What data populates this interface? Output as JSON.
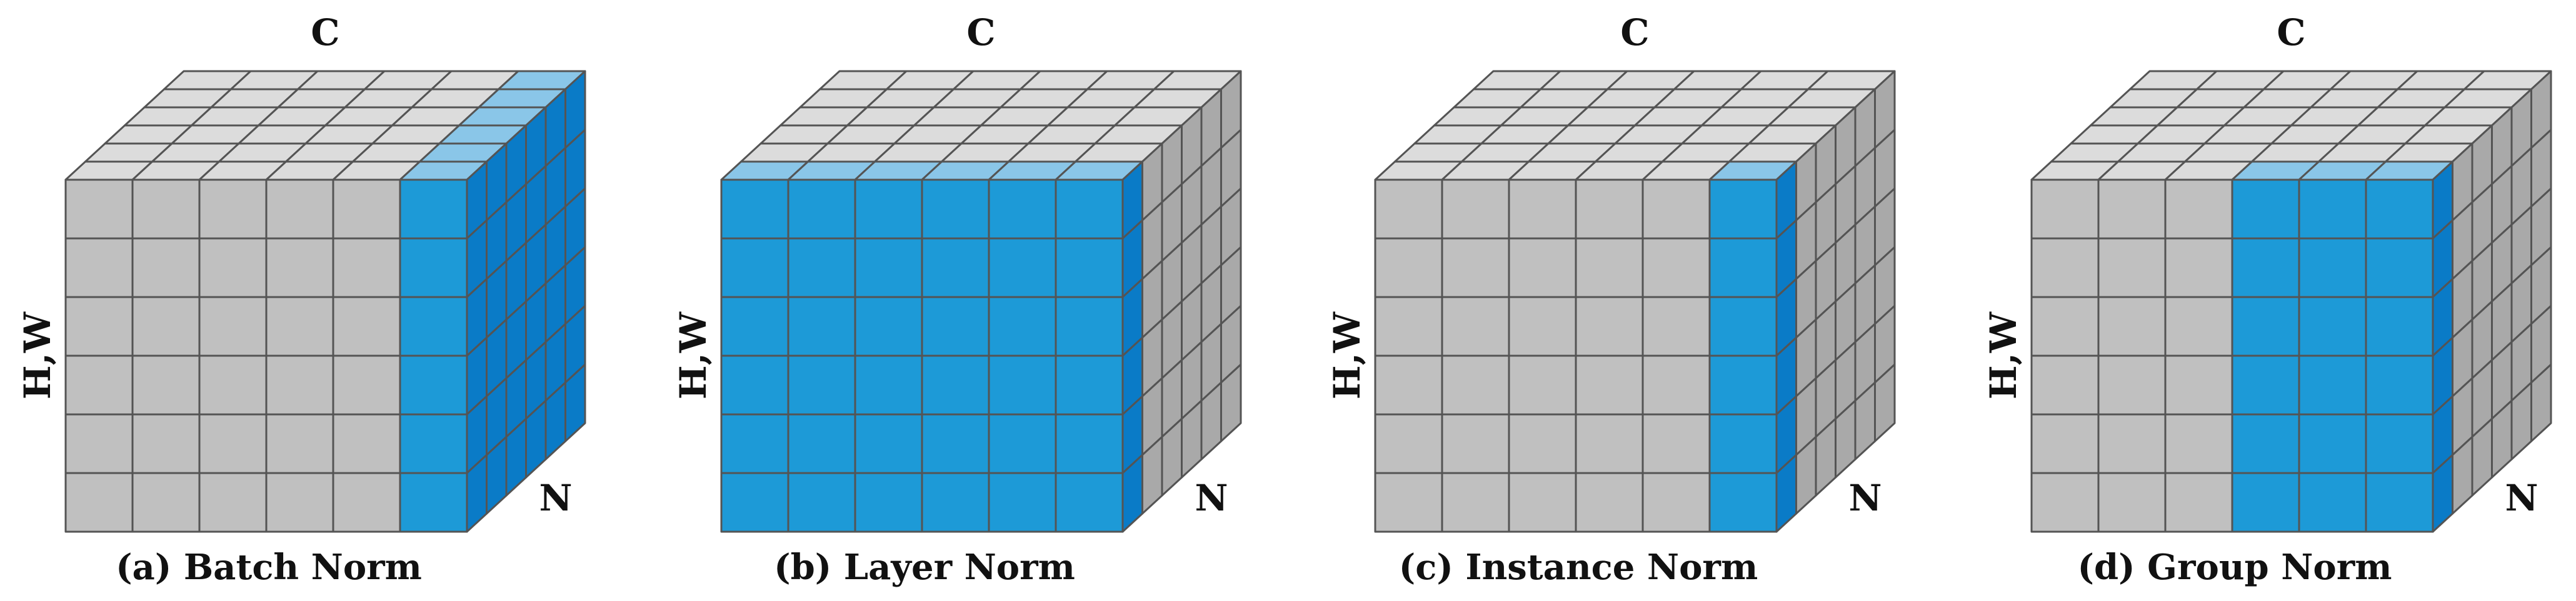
{
  "colors": {
    "gray_front": "#c0c0c0",
    "gray_top": "#dcdcdc",
    "gray_side": "#a9a9a9",
    "blue_front": "#1d9ad7",
    "blue_top": "#8ac6e8",
    "blue_side": "#0a7bc7",
    "grid_line": "#545454",
    "background": "#ffffff"
  },
  "cube": {
    "columns_C": 6,
    "rows_HW": 6,
    "depth_N": 6
  },
  "panels": [
    {
      "id": "batch",
      "caption": "(a) Batch Norm",
      "labels": {
        "top": "C",
        "left": "H,W",
        "depth": "N"
      },
      "highlight": {
        "c": [
          5,
          5
        ],
        "n": [
          0,
          5
        ]
      }
    },
    {
      "id": "layer",
      "caption": "(b) Layer Norm",
      "labels": {
        "top": "C",
        "left": "H,W",
        "depth": "N"
      },
      "highlight": {
        "c": [
          0,
          5
        ],
        "n": [
          0,
          0
        ]
      }
    },
    {
      "id": "instance",
      "caption": "(c) Instance Norm",
      "labels": {
        "top": "C",
        "left": "H,W",
        "depth": "N"
      },
      "highlight": {
        "c": [
          5,
          5
        ],
        "n": [
          0,
          0
        ]
      }
    },
    {
      "id": "group",
      "caption": "(d) Group Norm",
      "labels": {
        "top": "C",
        "left": "H,W",
        "depth": "N"
      },
      "highlight": {
        "c": [
          3,
          5
        ],
        "n": [
          0,
          0
        ]
      }
    }
  ]
}
